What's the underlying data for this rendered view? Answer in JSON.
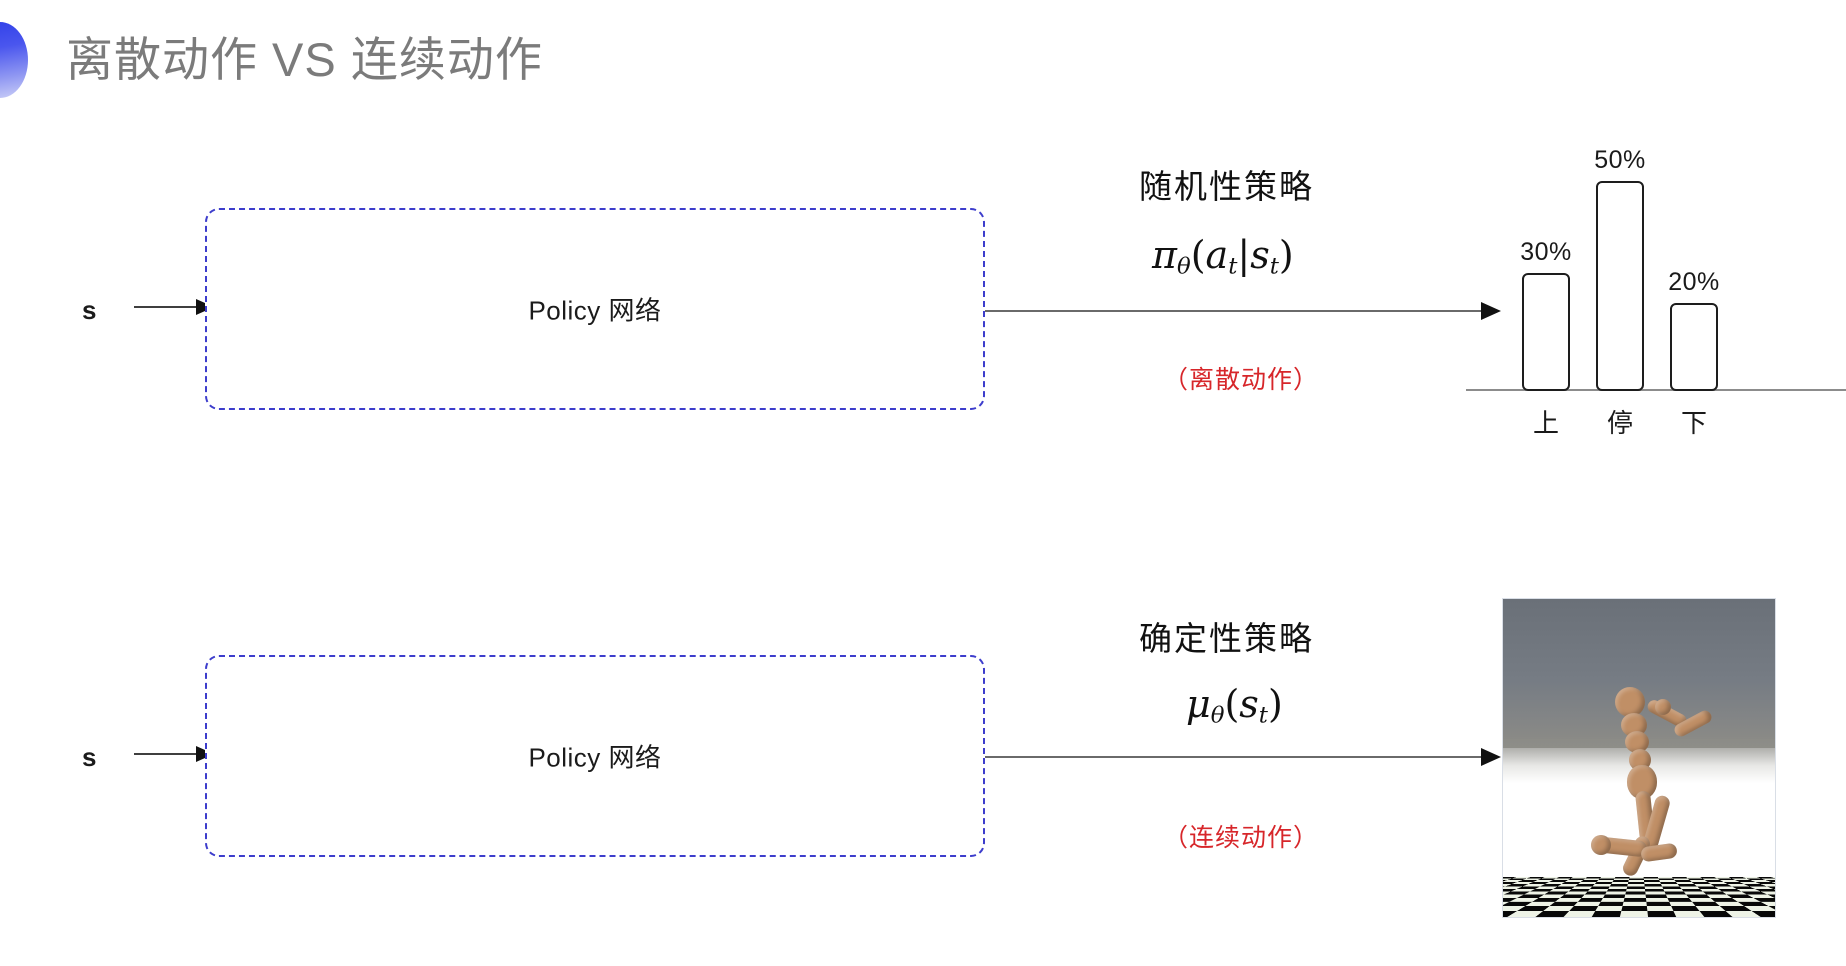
{
  "slide": {
    "title": "离散动作 VS 连续动作",
    "bullet_color_top": "#2f3fe8",
    "bullet_color_bottom": "#ccd0f7",
    "title_color": "#7b7b7b",
    "background": "#ffffff"
  },
  "rows": [
    {
      "id": "discrete",
      "input_label": "s",
      "box_label": "Policy 网络",
      "box_border_color": "#3d3dcc",
      "policy_kind": "随机性策略",
      "formula_parts": {
        "fn": "π",
        "fn_sub": "θ",
        "open": "(",
        "arg1": "a",
        "arg1_sub": "t",
        "bar": "|",
        "arg2": "s",
        "arg2_sub": "t",
        "close": ")"
      },
      "formula_plain": "π_θ(a_t|s_t)",
      "action_note": "（离散动作）",
      "action_note_color": "#d7262a"
    },
    {
      "id": "continuous",
      "input_label": "s",
      "box_label": "Policy 网络",
      "box_border_color": "#3d3dcc",
      "policy_kind": "确定性策略",
      "formula_parts": {
        "fn": "μ",
        "fn_sub": "θ",
        "open": "(",
        "arg1": "s",
        "arg1_sub": "t",
        "close": ")"
      },
      "formula_plain": "μ_θ(s_t)",
      "action_note": "（连续动作）",
      "action_note_color": "#d7262a"
    }
  ],
  "chart_data": {
    "type": "bar",
    "categories": [
      "上",
      "停",
      "下"
    ],
    "values": [
      30,
      50,
      20
    ],
    "value_labels": [
      "30%",
      "50%",
      "20%"
    ],
    "title": "",
    "xlabel": "",
    "ylabel": "",
    "ylim": [
      0,
      60
    ],
    "grid": false,
    "legend": "none",
    "bar_fill": "#ffffff",
    "bar_stroke": "#1d1d1d",
    "axis_color": "#8c8c8c"
  },
  "sim": {
    "caption": "",
    "description": "humanoid-simulation-checkerboard"
  }
}
